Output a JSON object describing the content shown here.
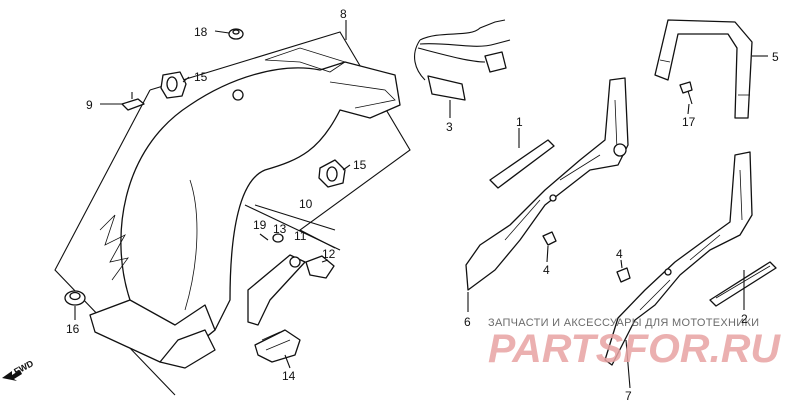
{
  "callouts": {
    "c1": "1",
    "c2": "2",
    "c3": "3",
    "c4a": "4",
    "c4b": "4",
    "c5": "5",
    "c6": "6",
    "c7": "7",
    "c8": "8",
    "c9": "9",
    "c10": "10",
    "c11": "11",
    "c12": "12",
    "c13": "13",
    "c14": "14",
    "c15a": "15",
    "c15b": "15",
    "c16": "16",
    "c17": "17",
    "c18": "18",
    "c19": "19"
  },
  "fwd_label": "FWD",
  "watermark": {
    "tagline": "ЗАПЧАСТИ И АКСЕССУАРЫ ДЛЯ МОТОТЕХНИКИ",
    "brand": "PARTSFOR.RU"
  }
}
